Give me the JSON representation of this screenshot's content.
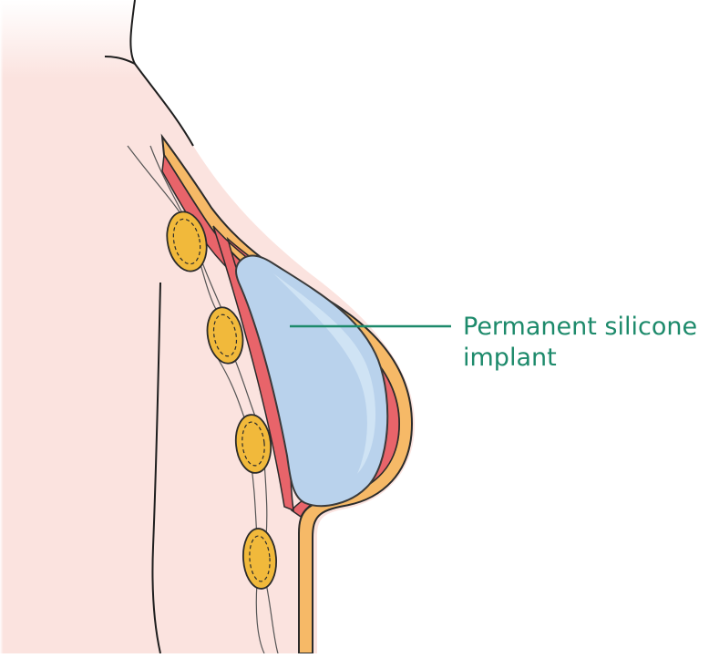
{
  "diagram": {
    "callout": {
      "line1": "Permanent silicone",
      "line2": "implant"
    }
  },
  "colors": {
    "skin": "#fbe3df",
    "skin_outline": "#1e1e1e",
    "fat_layer": "#f6b967",
    "muscle_layer": "#e8646a",
    "muscle_dark": "#d9434b",
    "implant_fill": "#b9d2ec",
    "implant_highlight": "#d2e4f5",
    "implant_outline": "#3a3a3a",
    "lymph_node": "#f1b93b",
    "label_text": "#1d8a6b",
    "leader_line": "#1d8a6b"
  },
  "icons": {
    "implant": "silicone-implant-shape",
    "lymph_node": "lymph-node-oval"
  }
}
